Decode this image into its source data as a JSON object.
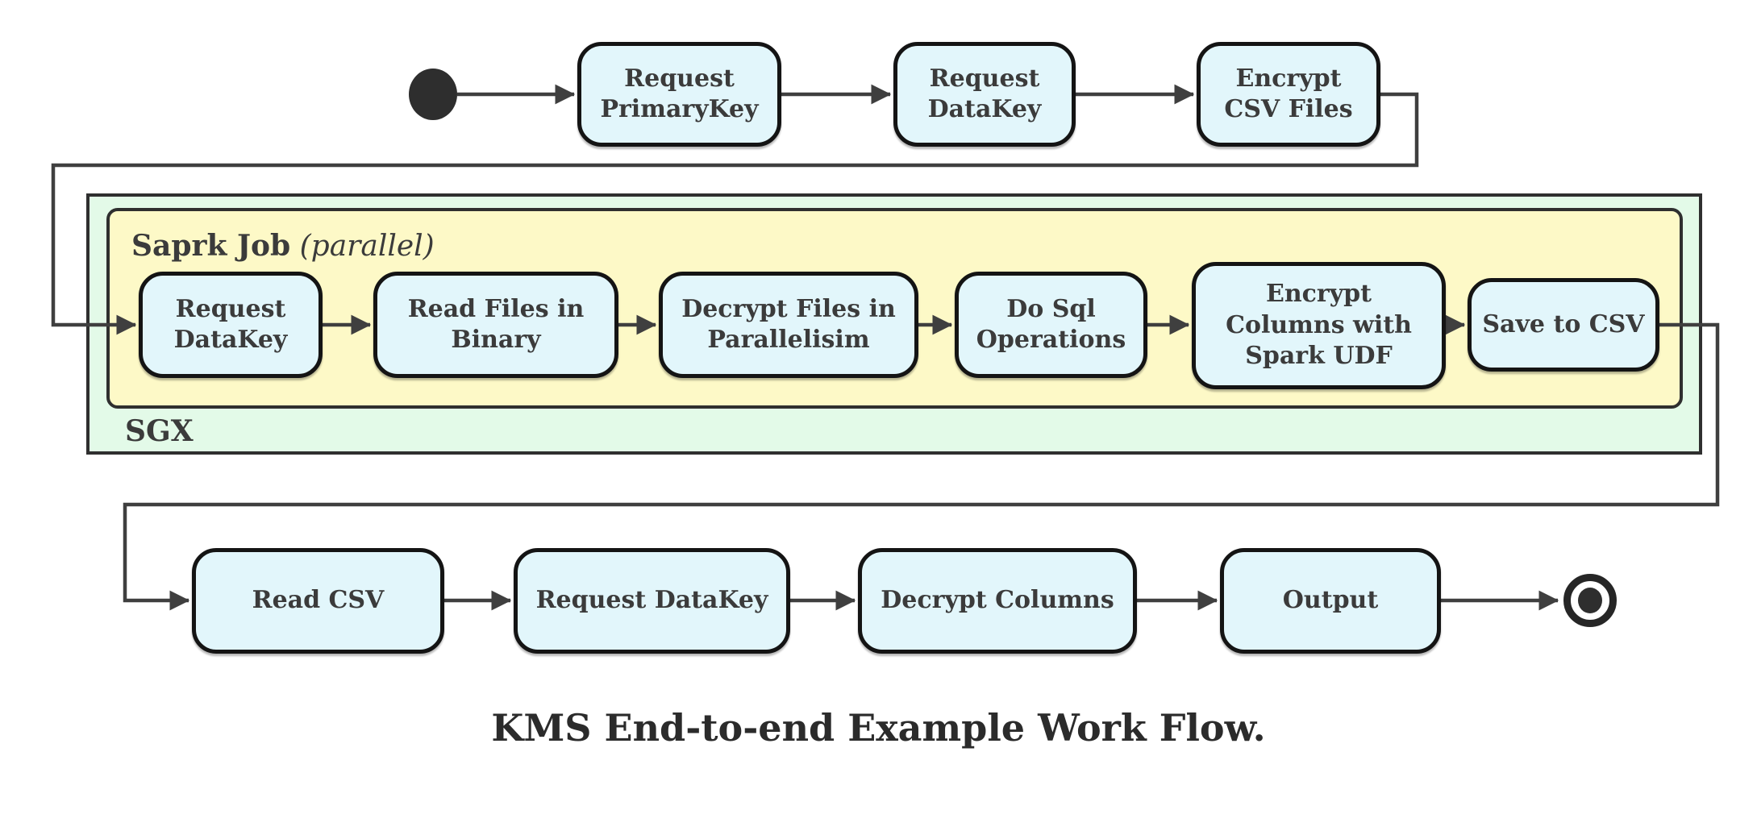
{
  "diagram": {
    "caption": "KMS End-to-end Example Work Flow.",
    "containers": {
      "sgx": {
        "label": "SGX"
      },
      "spark_job": {
        "label": "Saprk Job",
        "annotation": "(parallel)"
      }
    },
    "top_row": [
      {
        "label": "Request\nPrimaryKey"
      },
      {
        "label": "Request\nDataKey"
      },
      {
        "label": "Encrypt\nCSV Files"
      }
    ],
    "middle_row": [
      {
        "label": "Request\nDataKey"
      },
      {
        "label": "Read Files in\nBinary"
      },
      {
        "label": "Decrypt Files in\nParallelisim"
      },
      {
        "label": "Do Sql\nOperations"
      },
      {
        "label": "Encrypt\nColumns with\nSpark UDF"
      },
      {
        "label": "Save to CSV"
      }
    ],
    "bottom_row": [
      {
        "label": "Read CSV"
      },
      {
        "label": "Request DataKey"
      },
      {
        "label": "Decrypt Columns"
      },
      {
        "label": "Output"
      }
    ],
    "states": {
      "start": "initial-state",
      "end": "final-state"
    },
    "colors": {
      "node_fill": "#e2f6fb",
      "node_border": "#141414",
      "container_green": "#e3fae8",
      "container_yellow": "#fdf9c7",
      "container_border": "#2f2f2f",
      "line_color": "#3f3f3f",
      "text_color": "#3b3b3b"
    }
  }
}
